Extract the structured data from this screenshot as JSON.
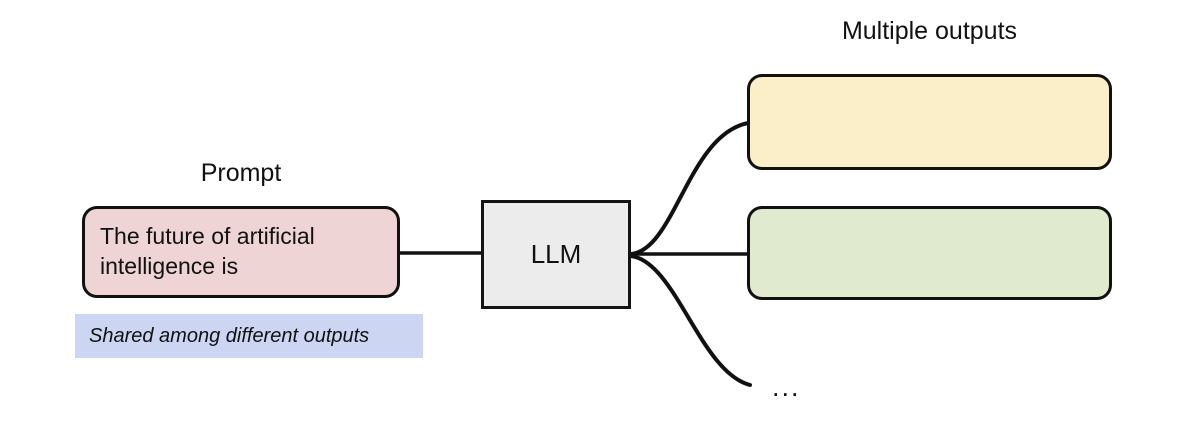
{
  "diagram": {
    "title_prompt": "Prompt",
    "title_outputs": "Multiple outputs",
    "prompt": {
      "text": "The future of artificial intelligence is",
      "fill": "#eed4d4",
      "stroke": "#111111"
    },
    "shared_note": {
      "text": "Shared among different outputs",
      "fill": "#ccd6f2"
    },
    "model": {
      "label": "LLM",
      "fill": "#ececec",
      "stroke": "#141414"
    },
    "outputs": [
      {
        "label": "",
        "fill": "#fbefc9",
        "stroke": "#111111"
      },
      {
        "label": "",
        "fill": "#dfeacf",
        "stroke": "#111111"
      }
    ],
    "more_outputs_indicator": "...",
    "connectors": {
      "stroke": "#111111",
      "prompt_to_model": "straight",
      "model_to_output_1": "curve-up",
      "model_to_output_2": "straight",
      "model_to_more": "curve-down"
    },
    "background": "#ffffff"
  }
}
